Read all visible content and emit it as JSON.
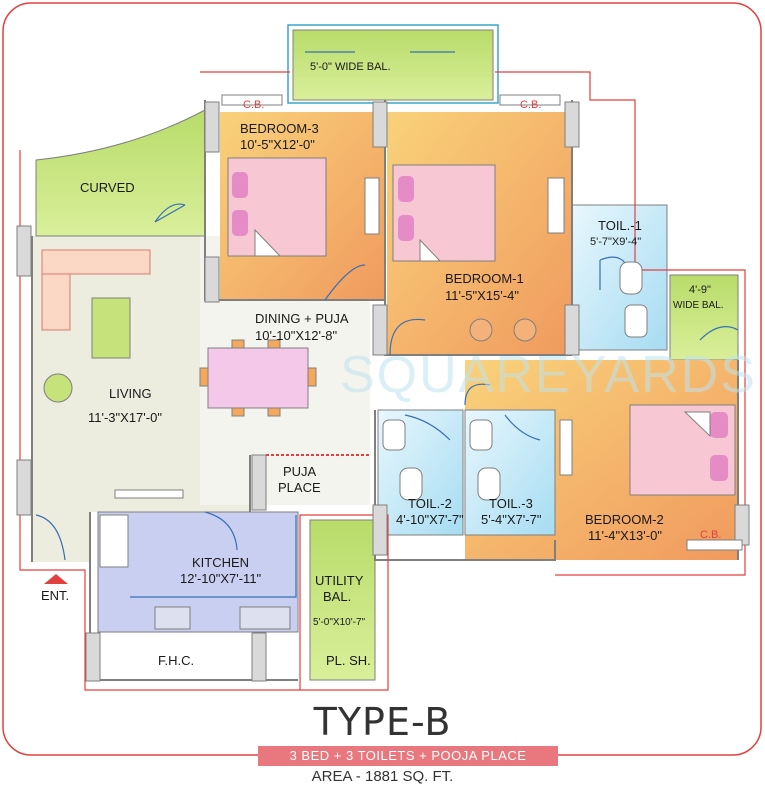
{
  "watermark": "SQUAREYARDS",
  "rooms": {
    "wide_bal_top": {
      "name": "5'-0\" WIDE BAL."
    },
    "bedroom3": {
      "name": "BEDROOM-3",
      "size": "10'-5\"X12'-0\"",
      "cb": "C.B."
    },
    "bedroom1": {
      "name": "BEDROOM-1",
      "size": "11'-5\"X15'-4\"",
      "cb": "C.B."
    },
    "toil1": {
      "name": "TOIL.-1",
      "size": "5'-7\"X9'-4\""
    },
    "wide_bal_right": {
      "name": "4'-9\"",
      "sub": "WIDE BAL."
    },
    "curved": {
      "name": "CURVED"
    },
    "dining": {
      "name": "DINING + PUJA",
      "size": "10'-10\"X12'-8\""
    },
    "living": {
      "name": "LIVING",
      "size": "11'-3\"X17'-0\""
    },
    "puja": {
      "name": "PUJA",
      "sub": "PLACE"
    },
    "toil2": {
      "name": "TOIL.-2",
      "size": "4'-10\"X7'-7\""
    },
    "toil3": {
      "name": "TOIL.-3",
      "size": "5'-4\"X7'-7\""
    },
    "bedroom2": {
      "name": "BEDROOM-2",
      "size": "11'-4\"X13'-0\"",
      "cb": "C.B."
    },
    "kitchen": {
      "name": "KITCHEN",
      "size": "12'-10\"X7'-11\""
    },
    "utility": {
      "name": "UTILITY",
      "sub": "BAL.",
      "size": "5'-0\"X10'-7\""
    },
    "pl_sh": {
      "name": "PL. SH."
    },
    "fhc": {
      "name": "F.H.C."
    },
    "ent": {
      "name": "ENT."
    }
  },
  "footer": {
    "title": "TYPE-B",
    "band": "3 BED + 3 TOILETS + POOJA PLACE",
    "area": "AREA - 1881 SQ. FT."
  },
  "colors": {
    "bedroom": "#f5b86a",
    "toilet": "#bfe6f5",
    "balcony": "#c6e27a",
    "living": "#ececdf",
    "kitchen": "#c9cff0",
    "wall": "#7f7f7f",
    "outline": "#e2403f"
  }
}
